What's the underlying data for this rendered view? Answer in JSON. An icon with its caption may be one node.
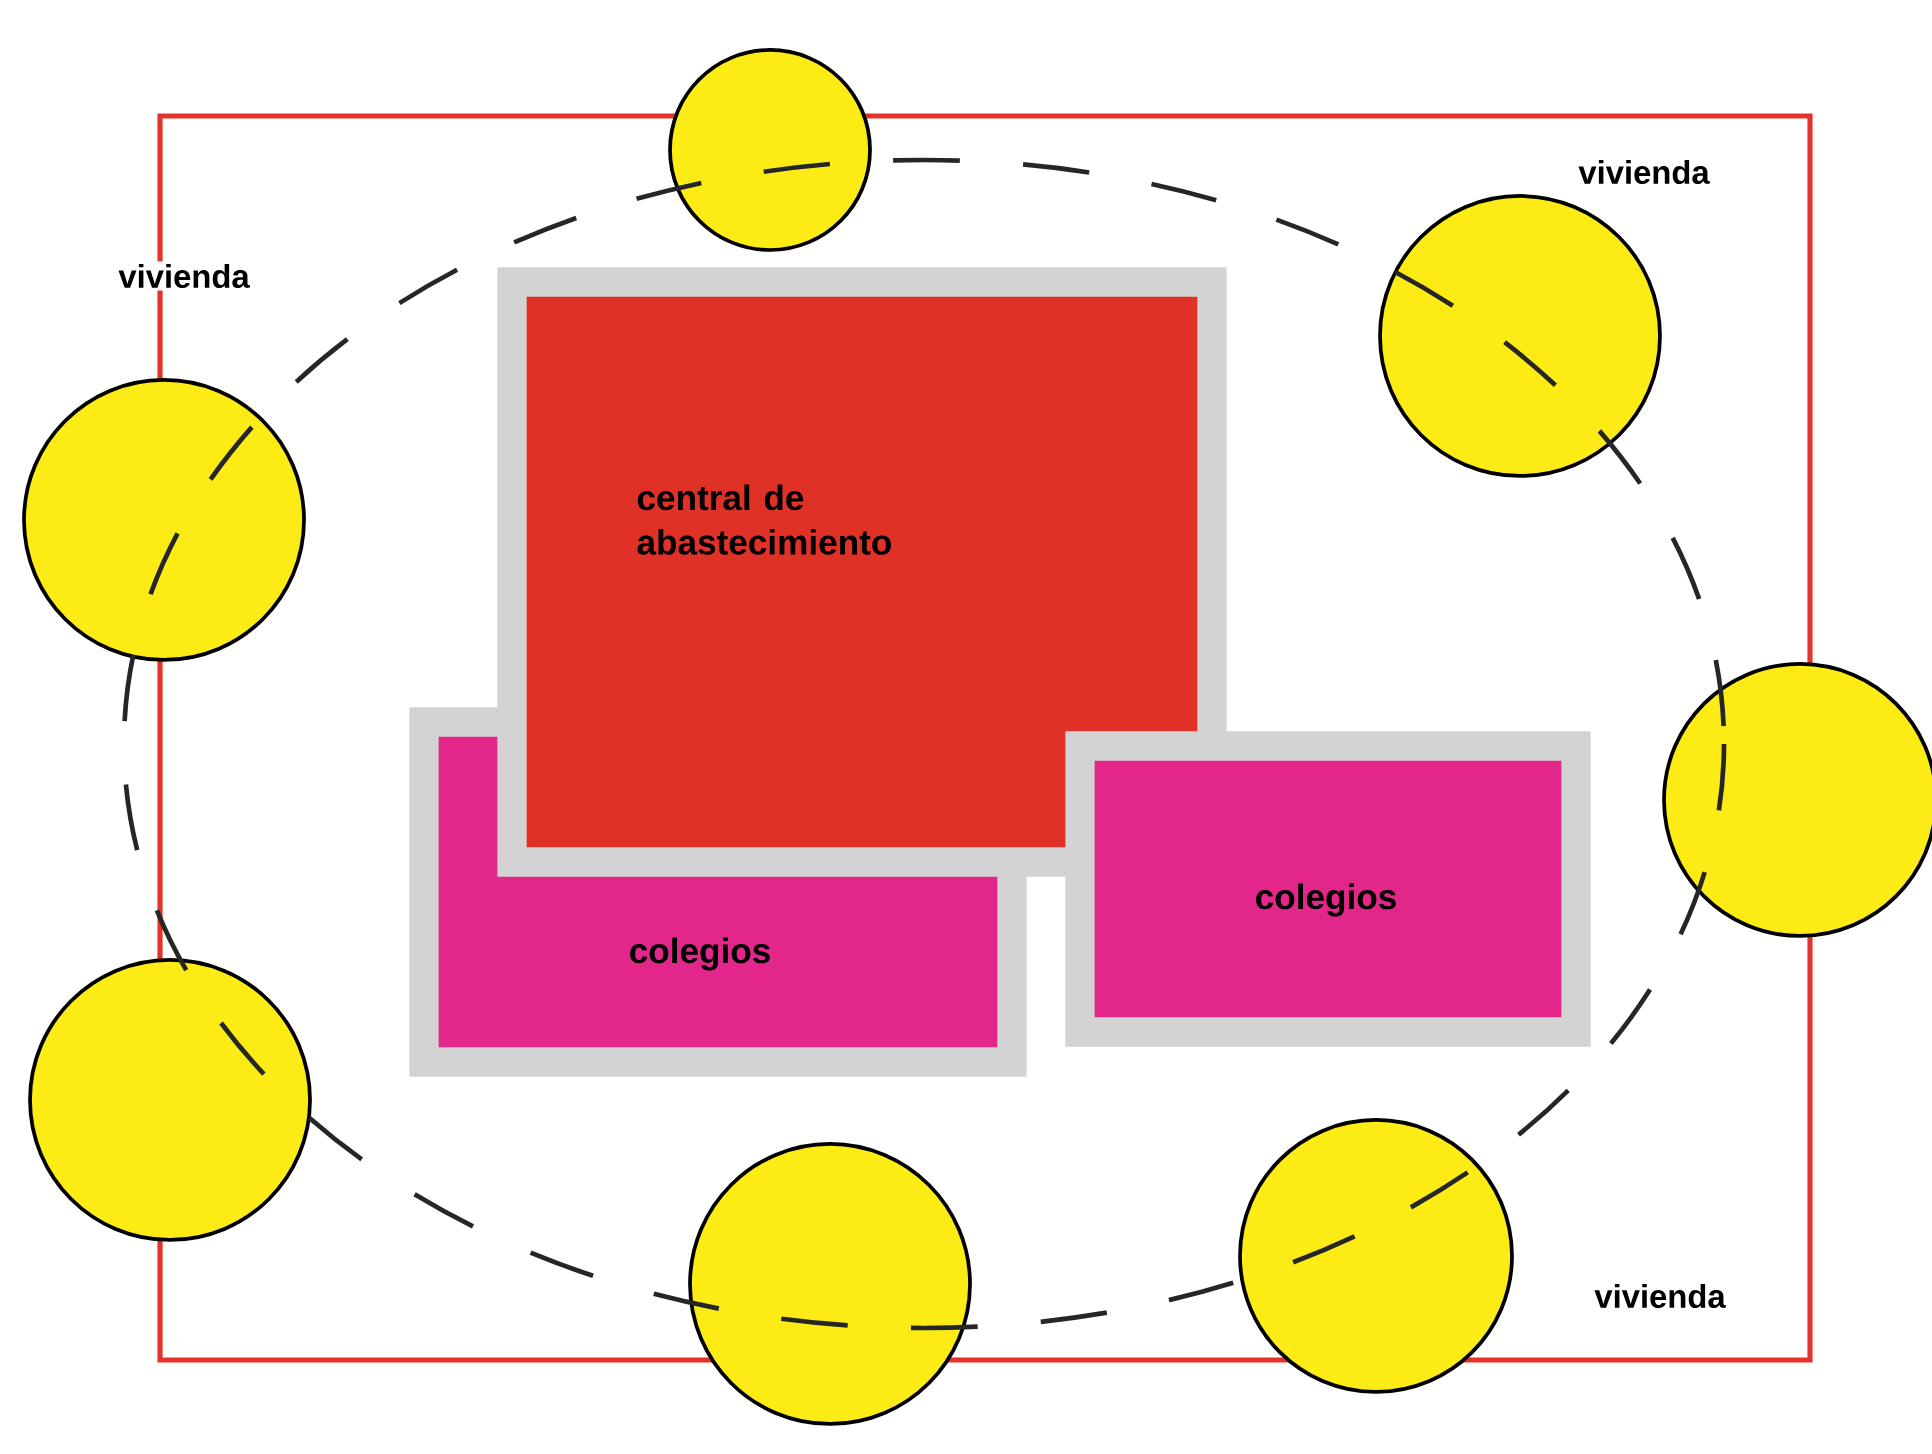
{
  "diagram": {
    "nodes": [
      {
        "text": [],
        "shape": "circle"
      },
      {
        "text": [],
        "shape": "circle",
        "beside": [
          "vivienda"
        ]
      },
      {
        "text": [
          "central de abastecimiento"
        ]
      },
      {
        "text": [],
        "shape": "circle",
        "beside": [
          "vivienda"
        ]
      },
      {
        "text": [],
        "shape": "circle"
      },
      {
        "text": [
          "colegios"
        ]
      },
      {
        "text": [
          "colegios"
        ]
      },
      {
        "text": [],
        "shape": "circle"
      },
      {
        "text": [],
        "shape": "circle",
        "beside": [
          "vivienda"
        ]
      },
      {
        "text": [],
        "shape": "circle"
      }
    ]
  }
}
